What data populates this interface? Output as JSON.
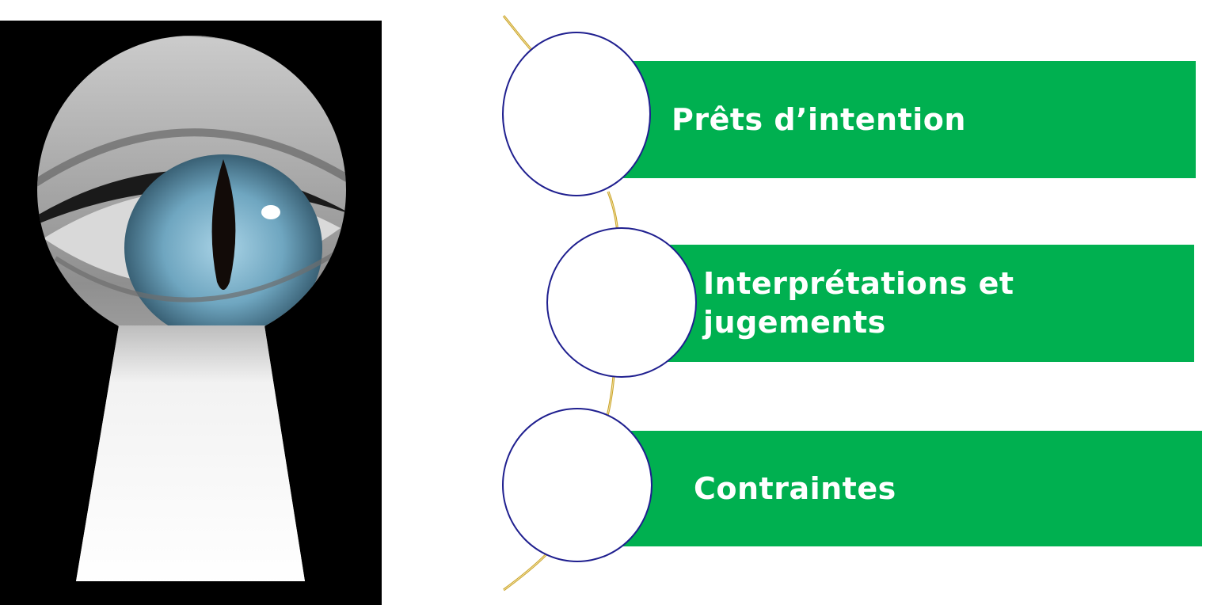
{
  "colors": {
    "bar_fill": "#00b050",
    "bar_text": "#ffffff",
    "circle_border": "#1f1f8f",
    "connector": "#c9a227",
    "panel_background": "#000000"
  },
  "image": {
    "icon": "eye-through-keyhole-icon"
  },
  "steps": [
    {
      "label": "Prêts d’intention"
    },
    {
      "label": "Interprétations et jugements"
    },
    {
      "label": "Contraintes"
    }
  ]
}
